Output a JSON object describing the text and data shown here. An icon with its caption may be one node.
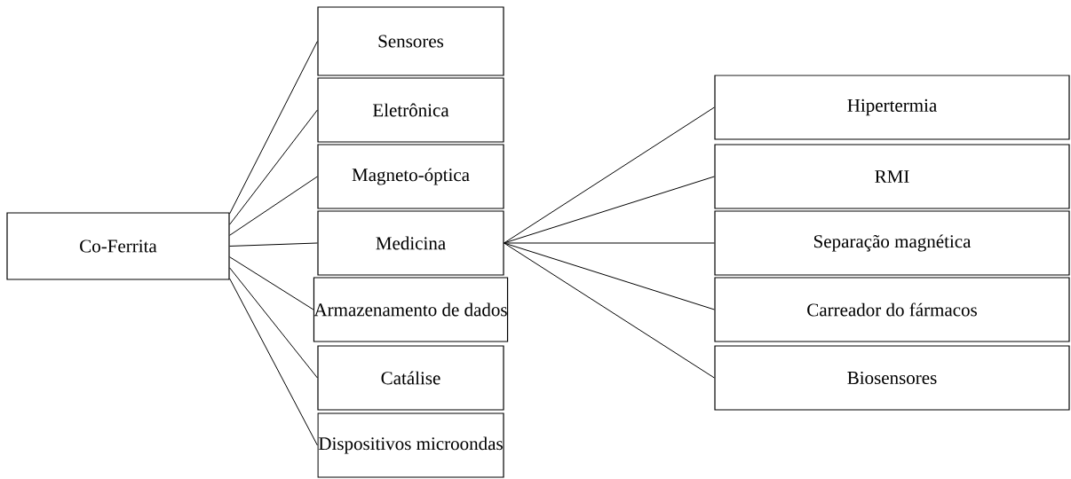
{
  "diagram": {
    "nodes": [
      {
        "text": [
          "Co-Ferrita"
        ]
      },
      {
        "text": [
          "Sensores"
        ]
      },
      {
        "text": [
          "Eletrônica"
        ]
      },
      {
        "text": [
          "Magneto-óptica"
        ]
      },
      {
        "text": [
          "Medicina"
        ]
      },
      {
        "text": [
          "Armazenamento de dados"
        ]
      },
      {
        "text": [
          "Catálise"
        ]
      },
      {
        "text": [
          "Dispositivos microondas"
        ]
      },
      {
        "text": [
          "Hipertermia"
        ]
      },
      {
        "text": [
          "RMI"
        ]
      },
      {
        "text": [
          "Separação magnética"
        ]
      },
      {
        "text": [
          "Carreador do fármacos"
        ]
      },
      {
        "text": [
          "Biosensores"
        ]
      }
    ],
    "edges": [
      {
        "from": 0,
        "to": 1,
        "arrow": "none"
      },
      {
        "from": 0,
        "to": 2,
        "arrow": "none"
      },
      {
        "from": 0,
        "to": 3,
        "arrow": "none"
      },
      {
        "from": 0,
        "to": 4,
        "arrow": "none"
      },
      {
        "from": 0,
        "to": 5,
        "arrow": "none"
      },
      {
        "from": 0,
        "to": 6,
        "arrow": "none"
      },
      {
        "from": 0,
        "to": 7,
        "arrow": "none"
      },
      {
        "from": 4,
        "to": 8,
        "arrow": "none"
      },
      {
        "from": 4,
        "to": 9,
        "arrow": "none"
      },
      {
        "from": 4,
        "to": 10,
        "arrow": "none"
      },
      {
        "from": 4,
        "to": 11,
        "arrow": "none"
      },
      {
        "from": 4,
        "to": 12,
        "arrow": "none"
      }
    ]
  }
}
